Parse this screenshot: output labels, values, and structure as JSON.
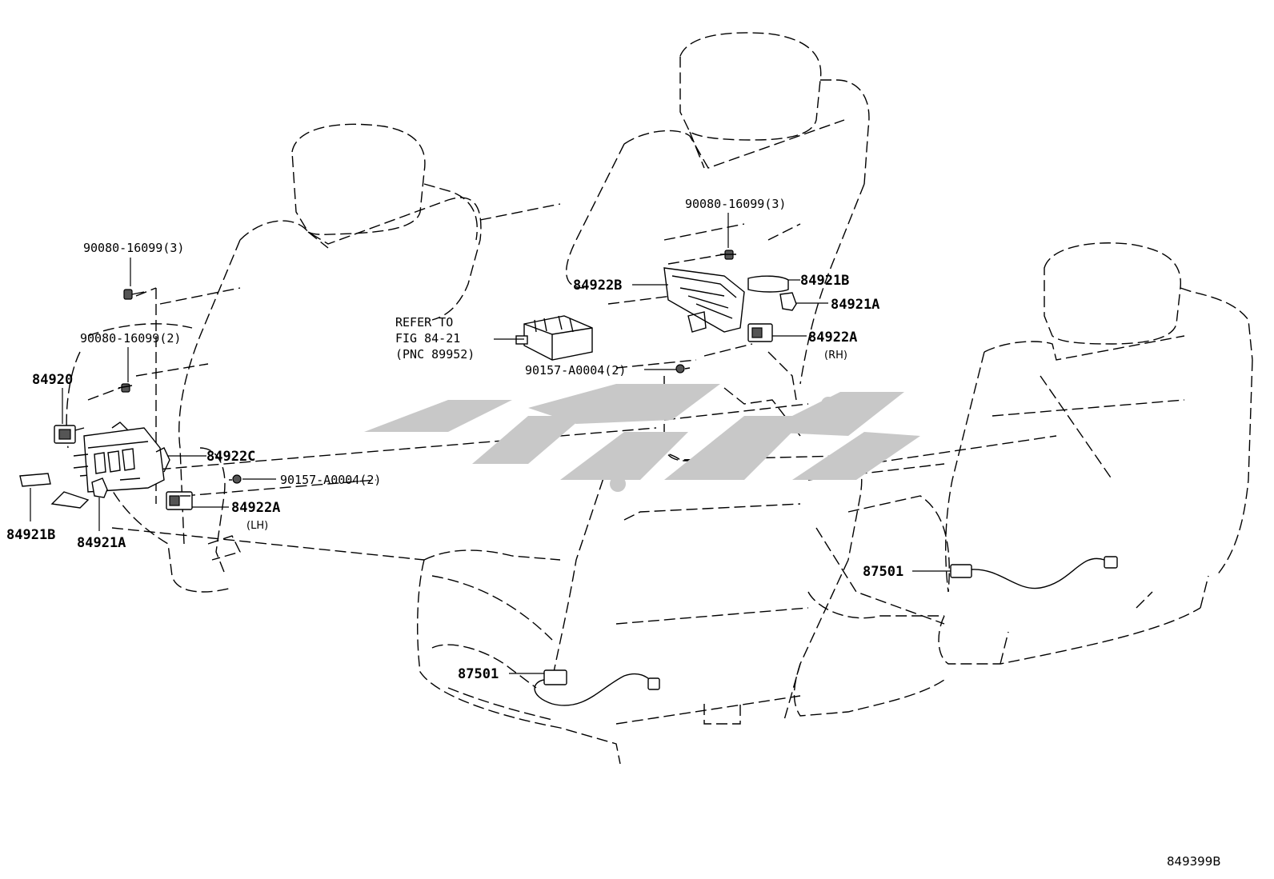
{
  "figure_id": "849399B",
  "watermark": "ﺗﻮﯾﻮﺗﺎ",
  "labels": {
    "l_90080_3_left": "90080-16099(3)",
    "l_90080_2": "90080-16099(2)",
    "l_84920": "84920",
    "l_84922C": "84922C",
    "l_90157_2_left": "90157-A0004(2)",
    "l_84922A_left": "84922A",
    "l_LH": "(LH)",
    "l_84921B_left": "84921B",
    "l_84921A_left": "84921A",
    "l_90080_3_right": "90080-16099(3)",
    "l_84922B": "84922B",
    "l_84921B_right": "84921B",
    "l_84921A_right": "84921A",
    "l_84922A_right": "84922A",
    "l_RH": "(RH)",
    "l_90157_2_right": "90157-A0004(2)",
    "refer_line1": "REFER TO",
    "refer_line2": "FIG 84-21",
    "refer_line3": "(PNC 89952)",
    "l_87501_right": "87501",
    "l_87501_left": "87501"
  }
}
